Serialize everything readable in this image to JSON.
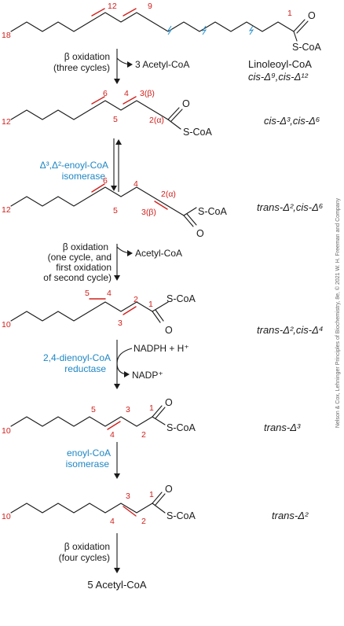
{
  "structures": [
    {
      "name_line1": "Linoleoyl-CoA",
      "name_line2": "cis-Δ⁹,cis-Δ¹²",
      "carbon_labels": [
        "18",
        "12",
        "9",
        "1"
      ],
      "group": "S-CoA",
      "oxygen": "O"
    },
    {
      "name": "cis-Δ³,cis-Δ⁶",
      "carbon_labels": [
        "12",
        "6",
        "5",
        "4",
        "3(β)",
        "2(α)"
      ],
      "group": "S-CoA",
      "oxygen": "O"
    },
    {
      "name": "trans-Δ²,cis-Δ⁶",
      "carbon_labels": [
        "12",
        "6",
        "5",
        "4",
        "2(α)",
        "3(β)"
      ],
      "group": "S-CoA",
      "oxygen": "O"
    },
    {
      "name": "trans-Δ²,cis-Δ⁴",
      "carbon_labels": [
        "10",
        "5",
        "4",
        "2",
        "1",
        "3"
      ],
      "group": "S-CoA",
      "oxygen": "O"
    },
    {
      "name": "trans-Δ³",
      "carbon_labels": [
        "10",
        "5",
        "3",
        "1",
        "4",
        "2"
      ],
      "group": "S-CoA",
      "oxygen": "O"
    },
    {
      "name": "trans-Δ²",
      "carbon_labels": [
        "10",
        "3",
        "1",
        "4",
        "2"
      ],
      "group": "S-CoA",
      "oxygen": "O"
    }
  ],
  "steps": [
    {
      "label_lines": [
        "β oxidation",
        "(three cycles)"
      ],
      "product": "3 Acetyl-CoA"
    },
    {
      "enzyme_lines": [
        "Δ³,Δ²-enoyl-CoA",
        "isomerase"
      ]
    },
    {
      "label_lines": [
        "β oxidation",
        "(one cycle, and",
        "first oxidation",
        "of second cycle)"
      ],
      "product": "Acetyl-CoA"
    },
    {
      "enzyme_lines": [
        "2,4-dienoyl-CoA",
        "reductase"
      ],
      "cofactor_in": "NADPH + H⁺",
      "cofactor_out": "NADP⁺"
    },
    {
      "enzyme_lines": [
        "enoyl-CoA",
        "isomerase"
      ]
    },
    {
      "label_lines": [
        "β oxidation",
        "(four cycles)"
      ]
    }
  ],
  "final_product": "5 Acetyl-CoA",
  "credit": "Nelson & Cox, Lehninger Principles of Biochemistry, 8e, © 2021 W. H. Freeman and Company",
  "colors": {
    "carbon_numbers": "#d0201c",
    "enzymes": "#1e86c4",
    "cut_marks": "#2a8fc8"
  }
}
